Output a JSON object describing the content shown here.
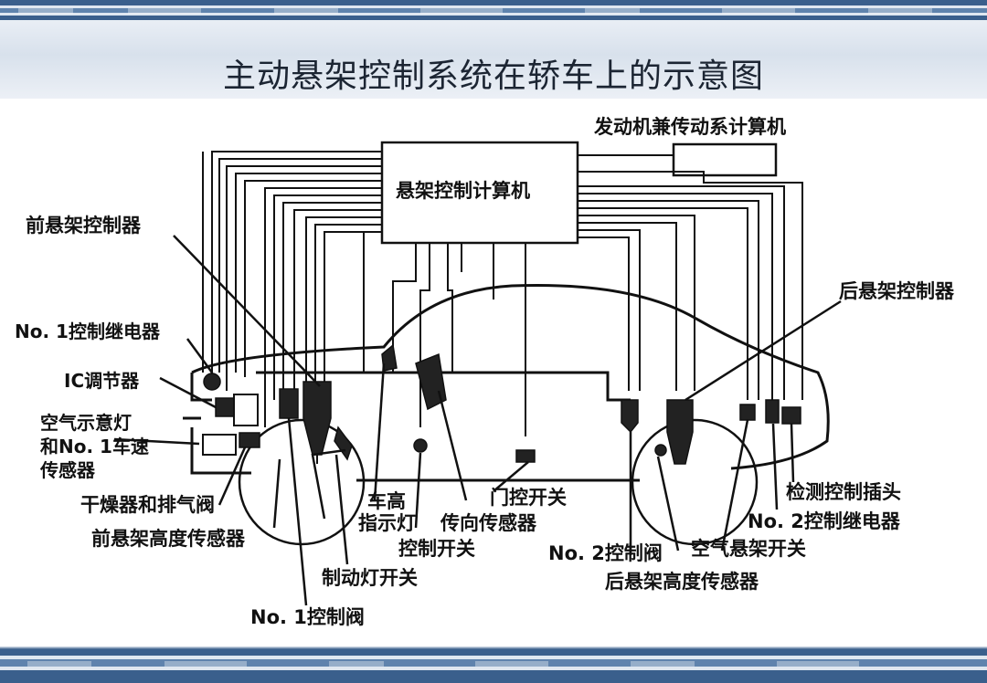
{
  "title": "主动悬架控制系统在轿车上的示意图",
  "labels": {
    "engine_computer": "发动机兼传动系计算机",
    "suspension_computer": "悬架控制计算机",
    "front_controller": "前悬架控制器",
    "rear_controller": "后悬架控制器",
    "no1_relay": "No. 1控制继电器",
    "ic_regulator": "IC调节器",
    "air_indicator_line1": "空气示意灯",
    "air_indicator_line2": "和No. 1车速",
    "air_indicator_line3": "传感器",
    "dryer_exhaust": "干燥器和排气阀",
    "front_height_sensor": "前悬架高度传感器",
    "vehicle_height_line1": "车高",
    "vehicle_height_line2": "指示灯",
    "steering_sensor": "传向传感器",
    "door_switch": "门控开关",
    "control_switch": "控制开关",
    "brake_switch": "制动灯开关",
    "no1_valve": "No. 1控制阀",
    "no2_valve": "No. 2控制阀",
    "air_susp_switch": "空气悬架开关",
    "rear_height_sensor": "后悬架高度传感器",
    "no2_relay": "No. 2控制继电器",
    "check_connector": "检测控制插头"
  }
}
